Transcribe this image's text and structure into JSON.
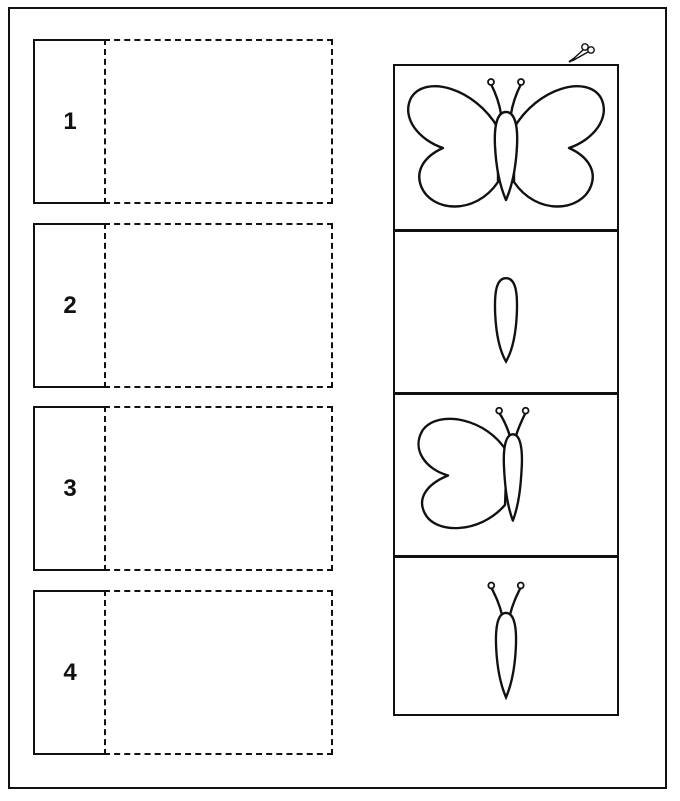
{
  "worksheet": {
    "rows": [
      {
        "number": "1"
      },
      {
        "number": "2"
      },
      {
        "number": "3"
      },
      {
        "number": "4"
      }
    ],
    "cut_cards": [
      {
        "icon": "full-butterfly-icon"
      },
      {
        "icon": "butterfly-body-icon"
      },
      {
        "icon": "butterfly-half-wing-icon"
      },
      {
        "icon": "butterfly-body-antennae-icon"
      }
    ],
    "cut_indicator_icon": "scissors-icon"
  }
}
